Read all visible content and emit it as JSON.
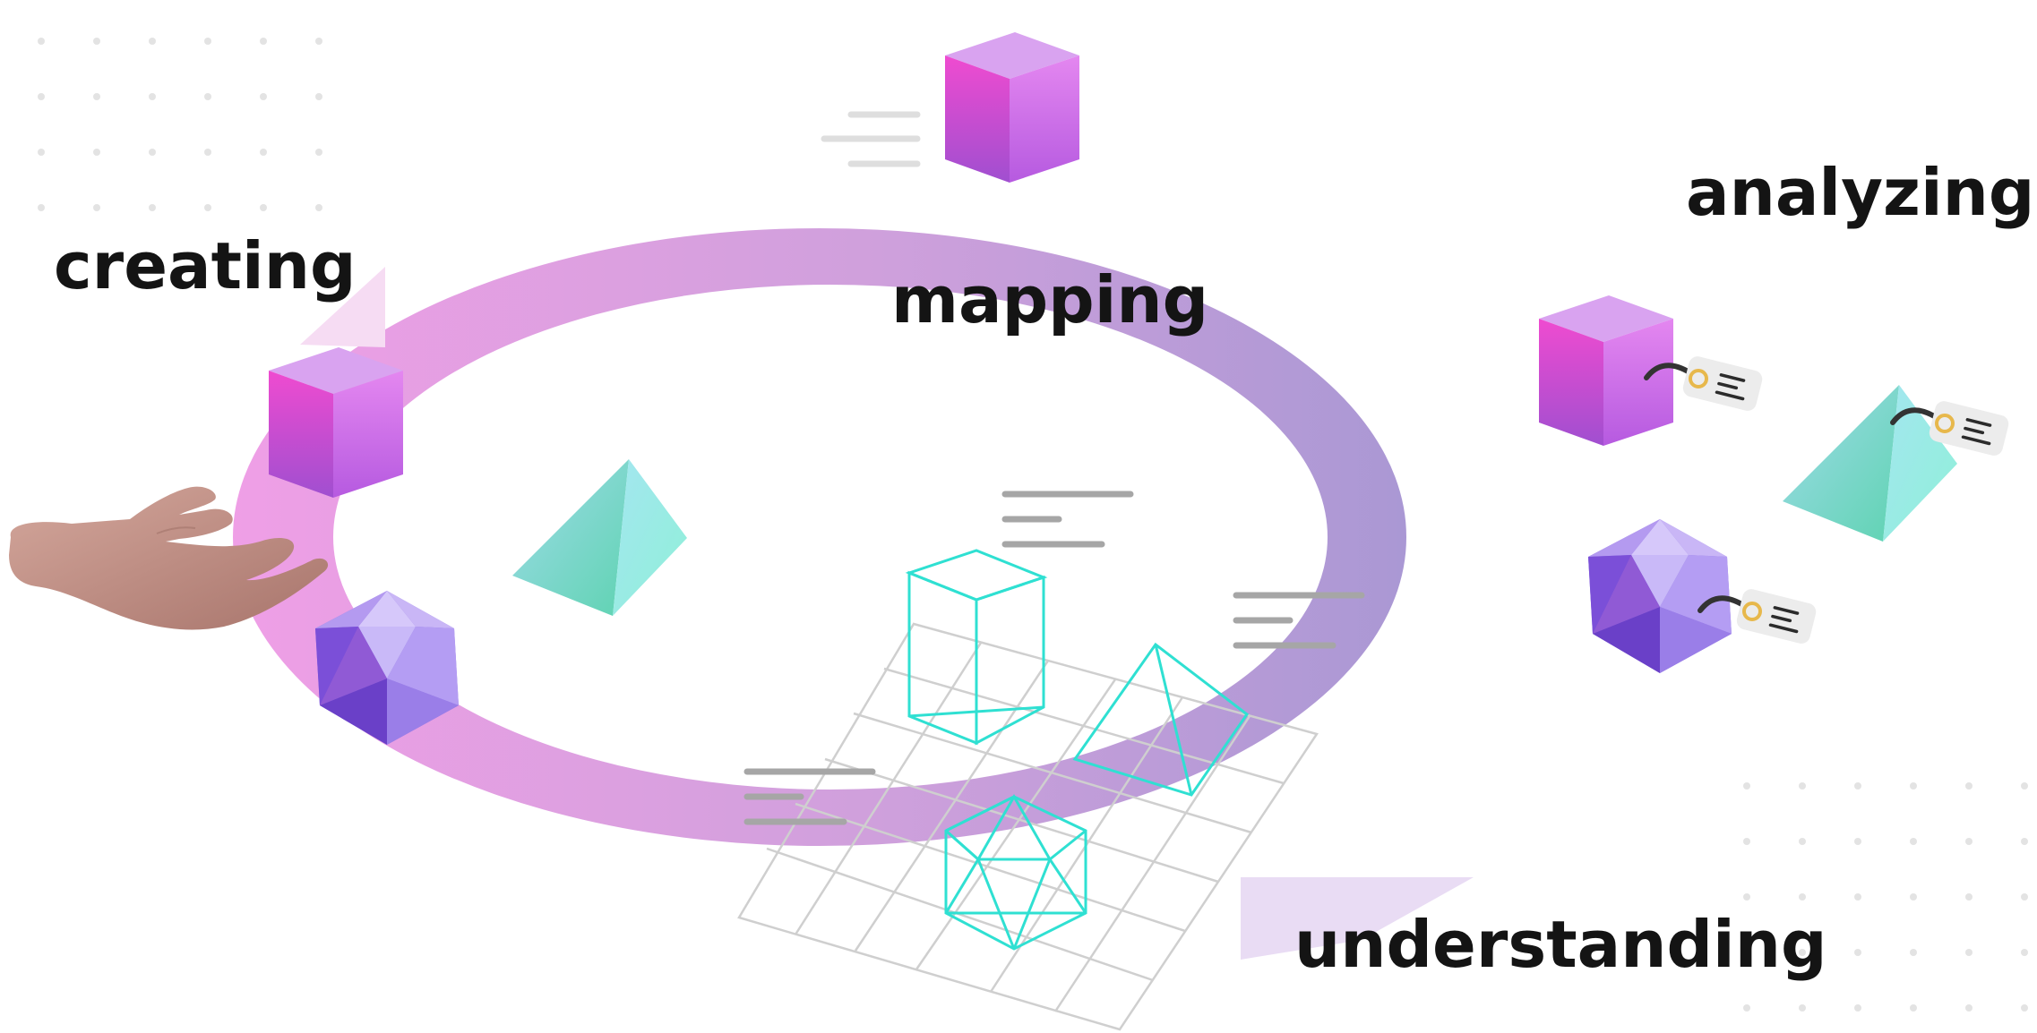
{
  "labels": {
    "creating": "creating",
    "mapping": "mapping",
    "analyzing": "analyzing",
    "understanding": "understanding"
  },
  "colors": {
    "ring_start": "#ec9de6",
    "ring_end": "#ad98d6",
    "cube_light": "#d89ff0",
    "cube_pink": "#e24dd0",
    "cube_violet": "#9a4fd0",
    "pyramid_left": "#5fd2b5",
    "pyramid_right": "#a8ece2",
    "icosa_dark": "#6a4fd0",
    "icosa_light": "#c2b4f4",
    "wireframe": "#2fe0d2",
    "grid": "#cfcfcf",
    "text_lines": "#a6a6a6",
    "tag": "#ececec",
    "tag_ring": "#e7b84c",
    "hand": "#c48f86"
  },
  "icons": [
    "cube-icon",
    "pyramid-icon",
    "icosahedron-icon",
    "hand-icon",
    "tag-icon"
  ]
}
